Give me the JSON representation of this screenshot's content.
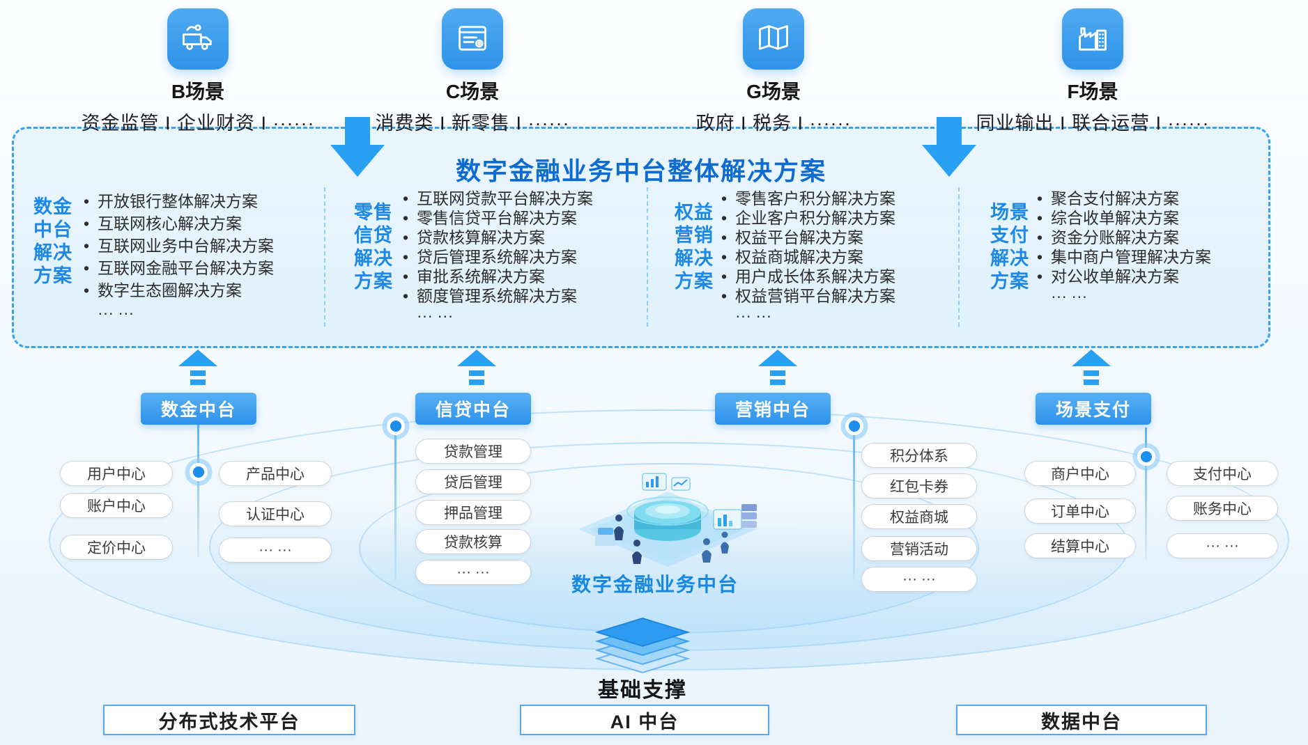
{
  "colors": {
    "accent_blue": "#2e9af0",
    "title_blue": "#0e6cd0",
    "label_blue": "#1e88e5",
    "chip_blue": "#2d92ec",
    "text_dark": "#1d1d1f"
  },
  "scenarios": [
    {
      "icon": "truck-icon",
      "title": "B场景",
      "subtitle": "资金监管 I 企业财资 I ······"
    },
    {
      "icon": "receipt-icon",
      "title": "C场景",
      "subtitle": "消费类 I 新零售 I ······"
    },
    {
      "icon": "map-icon",
      "title": "G场景",
      "subtitle": "政府 I 税务 I ······"
    },
    {
      "icon": "factory-icon",
      "title": "F场景",
      "subtitle": "同业输出 I 联合运营 I ······"
    }
  ],
  "solution_box": {
    "title": "数字金融业务中台整体解决方案",
    "columns": [
      {
        "label": "数金中台解决方案",
        "label_lines": [
          "数金",
          "中台",
          "解决",
          "方案"
        ],
        "items": [
          "开放银行整体解决方案",
          "互联网核心解决方案",
          "互联网业务中台解决方案",
          "互联网金融平台解决方案",
          "数字生态圈解决方案",
          "··· ···"
        ]
      },
      {
        "label": "零售信贷解决方案",
        "label_lines": [
          "零售",
          "信贷",
          "解决",
          "方案"
        ],
        "items": [
          "互联网贷款平台解决方案",
          "零售信贷平台解决方案",
          "贷款核算解决方案",
          "贷后管理系统解决方案",
          "审批系统解决方案",
          "额度管理系统解决方案",
          "··· ···"
        ]
      },
      {
        "label": "权益营销解决方案",
        "label_lines": [
          "权益",
          "营销",
          "解决",
          "方案"
        ],
        "items": [
          "零售客户积分解决方案",
          "企业客户积分解决方案",
          "权益平台解决方案",
          "权益商城解决方案",
          "用户成长体系解决方案",
          "权益营销平台解决方案",
          "··· ···"
        ]
      },
      {
        "label": "场景支付解决方案",
        "label_lines": [
          "场景",
          "支付",
          "解决",
          "方案"
        ],
        "items": [
          "聚合支付解决方案",
          "综合收单解决方案",
          "资金分账解决方案",
          "集中商户管理解决方案",
          "对公收单解决方案",
          "··· ···"
        ]
      }
    ]
  },
  "platforms": [
    {
      "name": "数金中台",
      "pills": [
        "用户中心",
        "账户中心",
        "定价中心",
        "产品中心",
        "认证中心",
        "··· ···"
      ]
    },
    {
      "name": "信贷中台",
      "pills": [
        "贷款管理",
        "贷后管理",
        "押品管理",
        "贷款核算",
        "··· ···"
      ]
    },
    {
      "name": "营销中台",
      "pills": [
        "积分体系",
        "红包卡券",
        "权益商城",
        "营销活动",
        "··· ···"
      ]
    },
    {
      "name": "场景支付",
      "pills": [
        "商户中心",
        "订单中心",
        "结算中心",
        "支付中心",
        "账务中心",
        "··· ···"
      ]
    }
  ],
  "center_label": "数字金融业务中台",
  "foundation": {
    "label": "基础支撑",
    "boxes": [
      "分布式技术平台",
      "AI 中台",
      "数据中台"
    ]
  }
}
